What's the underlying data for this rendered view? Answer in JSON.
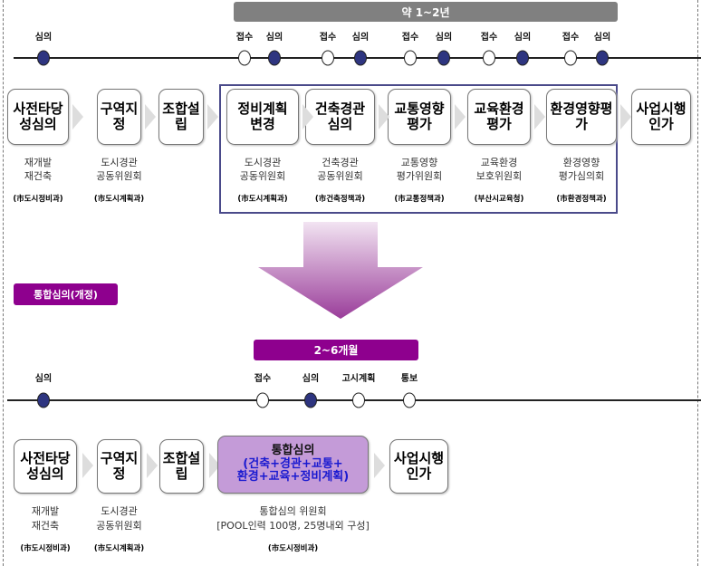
{
  "before": {
    "period": "약 1~2년",
    "timeline": [
      {
        "label": "심의",
        "filled": true
      },
      {
        "label": "접수",
        "filled": false
      },
      {
        "label": "심의",
        "filled": true
      },
      {
        "label": "접수",
        "filled": false
      },
      {
        "label": "심의",
        "filled": true
      },
      {
        "label": "접수",
        "filled": false
      },
      {
        "label": "심의",
        "filled": true
      },
      {
        "label": "접수",
        "filled": false
      },
      {
        "label": "심의",
        "filled": true
      },
      {
        "label": "접수",
        "filled": false
      },
      {
        "label": "심의",
        "filled": true
      }
    ],
    "steps": [
      {
        "title": "사전타당성심의",
        "sub1": "재개발",
        "sub2": "재건축",
        "dept": "(市도시정비과)"
      },
      {
        "title": "구역지정",
        "sub1": "도시경관",
        "sub2": "공동위원회",
        "dept": "(市도시계획과)"
      },
      {
        "title": "조합설립",
        "sub1": "",
        "sub2": "",
        "dept": ""
      },
      {
        "title": "정비계획 변경",
        "sub1": "도시경관",
        "sub2": "공동위원회",
        "dept": "(市도시계획과)"
      },
      {
        "title": "건축경관 심의",
        "sub1": "건축경관",
        "sub2": "공동위원회",
        "dept": "(市건축정책과)"
      },
      {
        "title": "교통영향평가",
        "sub1": "교통영향",
        "sub2": "평가위원회",
        "dept": "(市교통정책과)"
      },
      {
        "title": "교육환경평가",
        "sub1": "교육환경",
        "sub2": "보호위원회",
        "dept": "(부산시교육청)"
      },
      {
        "title": "환경영향평가",
        "sub1": "환경영향",
        "sub2": "평가심의회",
        "dept": "(市환경정책과)"
      },
      {
        "title": "사업시행인가",
        "sub1": "",
        "sub2": "",
        "dept": ""
      }
    ]
  },
  "label_revised": "통합심의(개정)",
  "after": {
    "period": "2~6개월",
    "timeline": [
      {
        "label": "심의",
        "filled": true
      },
      {
        "label": "접수",
        "filled": false
      },
      {
        "label": "심의",
        "filled": true
      },
      {
        "label": "고시계획",
        "filled": false
      },
      {
        "label": "통보",
        "filled": false
      }
    ],
    "steps": [
      {
        "title": "사전타당성심의",
        "sub1": "재개발",
        "sub2": "재건축",
        "dept": "(市도시정비과)"
      },
      {
        "title": "구역지정",
        "sub1": "도시경관",
        "sub2": "공동위원회",
        "dept": "(市도시계획과)"
      },
      {
        "title": "조합설립"
      },
      {
        "title": "통합심의",
        "detail1": "(건축+경관+교통+",
        "detail2": "환경+교육+정비계획)",
        "sub1": "통합심의 위원회",
        "sub2": "[POOL인력 100명, 25명내외 구성]",
        "dept": "(市도시정비과)"
      },
      {
        "title": "사업시행인가"
      }
    ]
  },
  "colors": {
    "gray_bar": "#808080",
    "purple_bar": "#8e008e",
    "dot": "#2e3580",
    "frame": "#4a4a8a",
    "integrated": "#c49bd8"
  }
}
